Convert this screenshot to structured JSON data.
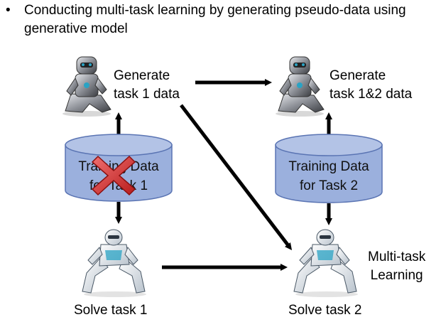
{
  "bullet": {
    "symbol": "•",
    "text": "Conducting multi-task learning by generating pseudo-data using generative model"
  },
  "generator_1": {
    "label_line1": "Generate",
    "label_line2": "task 1 data"
  },
  "generator_2": {
    "label_line1": "Generate",
    "label_line2": "task 1&2 data"
  },
  "database_1": {
    "label_line1": "Training Data",
    "label_line2": "for Task 1",
    "status": "removed"
  },
  "database_2": {
    "label_line1": "Training Data",
    "label_line2": "for Task 2"
  },
  "solver_1": {
    "label": "Solve task 1"
  },
  "solver_2": {
    "label": "Solve task 2"
  },
  "multitask": {
    "label_line1": "Multi-task",
    "label_line2": "Learning"
  },
  "colors": {
    "database_fill": "#9bb0dd",
    "database_stroke": "#5a74b3",
    "cross": "#d62b2b",
    "arrow": "#000000",
    "robot_metal": "#8d9097",
    "robot_accent": "#2aa3c4"
  },
  "icons": [
    "robot-sitting-icon",
    "robot-crouching-icon",
    "cross-icon"
  ]
}
